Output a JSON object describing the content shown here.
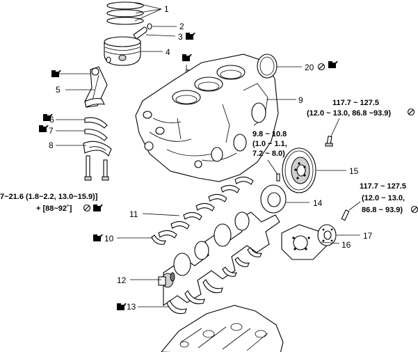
{
  "labels": {
    "n1": "1",
    "n2": "2",
    "n3": "3",
    "n4": "4",
    "n5": "5",
    "n6": "6",
    "n7": "7",
    "n8": "8",
    "n9": "9",
    "n10": "10",
    "n11": "11",
    "n12": "12",
    "n13": "13",
    "n14": "14",
    "n15": "15",
    "n16": "16",
    "n17": "17",
    "n20": "20"
  },
  "torque_specs": {
    "flywheel_bolt": {
      "line1": "117.7 ~ 127.5",
      "line2": "(12.0 ~ 13.0, 86.8 ~93.9)"
    },
    "flexplate_bolt": {
      "line1": "117.7 ~ 127.5",
      "line2": "(12.0 ~ 13.0,",
      "line3": "86.8 ~ 93.9)"
    },
    "rear_plate_bolt": {
      "line1": "9.8 ~ 10.8",
      "line2": "(1.0 ~ 1.1,",
      "line3": "7.2 ~ 8.0)"
    },
    "conrod_bolt": {
      "line1": "7~21.6 (1.8~2.2, 13.0~15.9)]",
      "line2": "+ [88~92˚]"
    }
  },
  "icons": [
    "oil-can-icon",
    "replace-part-icon"
  ]
}
